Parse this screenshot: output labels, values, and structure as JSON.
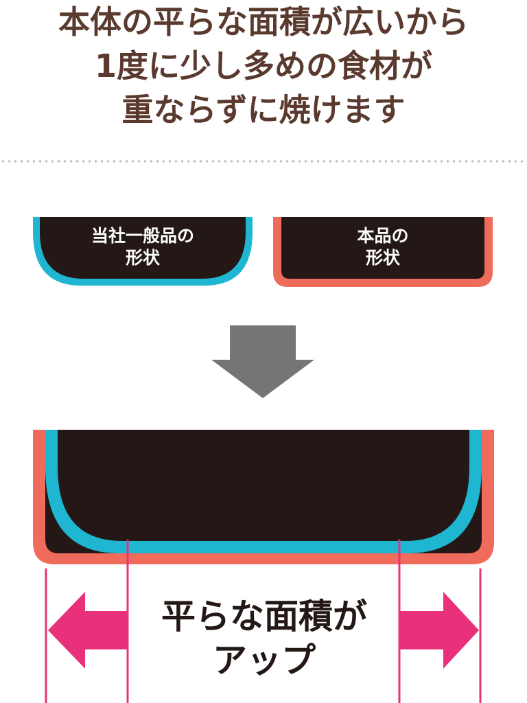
{
  "headline": {
    "line1": "本体の平らな面積が広いから",
    "line2": "1度に少し多めの食材が",
    "line3": "重ならずに焼けます"
  },
  "comparison": {
    "conventional_label_line1": "当社一般品の",
    "conventional_label_line2": "形状",
    "product_label_line1": "本品の",
    "product_label_line2": "形状"
  },
  "result": {
    "label_line1": "平らな面積が",
    "label_line2": "アップ"
  },
  "colors": {
    "headline_text": "#5a3a2e",
    "pan_fill": "#231815",
    "conventional_outline": "#1fb6d2",
    "product_outline": "#ef6b5b",
    "down_arrow": "#757575",
    "measure_lines_and_arrows": "#e8317a"
  }
}
